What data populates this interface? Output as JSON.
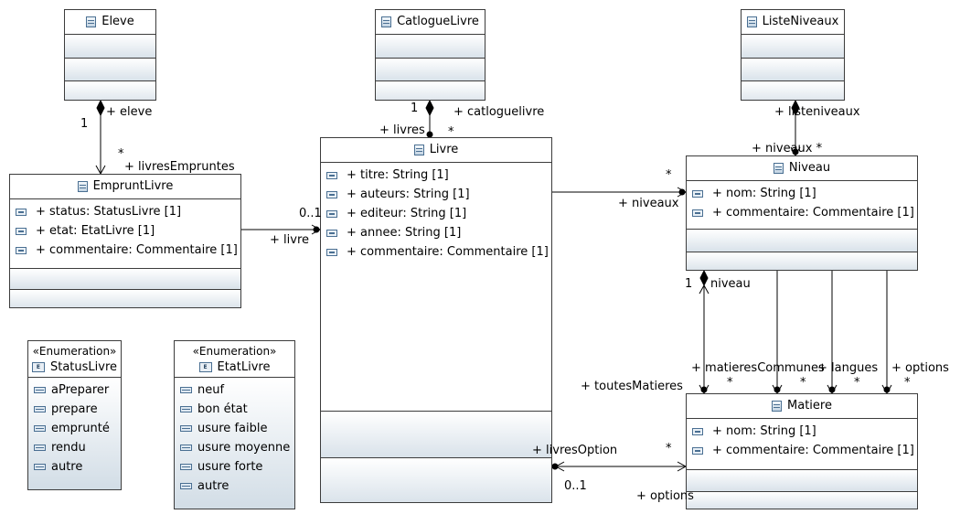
{
  "classes": {
    "eleve": {
      "name": "Eleve"
    },
    "catalogue": {
      "name": "CatlogueLivre"
    },
    "liste_niveaux": {
      "name": "ListeNiveaux"
    },
    "emprunt": {
      "name": "EmpruntLivre",
      "attributes": [
        "+ status: StatusLivre [1]",
        "+ etat: EtatLivre [1]",
        "+ commentaire: Commentaire [1]"
      ]
    },
    "livre": {
      "name": "Livre",
      "attributes": [
        "+ titre: String [1]",
        "+ auteurs: String [1]",
        "+ editeur: String [1]",
        "+ annee: String [1]",
        "+ commentaire: Commentaire [1]"
      ]
    },
    "niveau": {
      "name": "Niveau",
      "attributes": [
        "+ nom: String [1]",
        "+ commentaire: Commentaire [1]"
      ]
    },
    "matiere": {
      "name": "Matiere",
      "attributes": [
        "+ nom: String [1]",
        "+ commentaire: Commentaire [1]"
      ]
    }
  },
  "enums": {
    "status": {
      "stereotype": "«Enumeration»",
      "name": "StatusLivre",
      "literals": [
        "aPreparer",
        "prepare",
        "emprunté",
        "rendu",
        "autre"
      ]
    },
    "etat": {
      "stereotype": "«Enumeration»",
      "name": "EtatLivre",
      "literals": [
        "neuf",
        "bon état",
        "usure faible",
        "usure moyenne",
        "usure forte",
        "autre"
      ]
    }
  },
  "association_labels": {
    "eleve_mult": "1",
    "eleve_role": "+ eleve",
    "emprunts_mult": "*",
    "emprunts_role": "+ livresEmpruntes",
    "catalogue_mult": "1",
    "catalogue_role": "+ catloguelivre",
    "livres_role": "+ livres",
    "livres_mult": "*",
    "livre_mult": "0..1",
    "livre_role": "+ livre",
    "niveaux_mult": "*",
    "niveaux_role": "+ niveaux",
    "listeniveaux_role": "+ listeniveaux",
    "niveaux2_role": "+ niveaux *",
    "niveau_mult": "1",
    "niveau_role": "niveau",
    "toutes_role": "+ toutesMatieres",
    "toutes_mult": "*",
    "communes_role": "+ matieresCommunes",
    "communes_mult": "*",
    "langues_role": "+ langues",
    "langues_mult": "*",
    "options_role": "+ options",
    "options_mult": "*",
    "livresoption_role": "+ livresOption",
    "livresoption_mult": "*",
    "option_mult": "0..1",
    "options2_role": "+ options"
  }
}
